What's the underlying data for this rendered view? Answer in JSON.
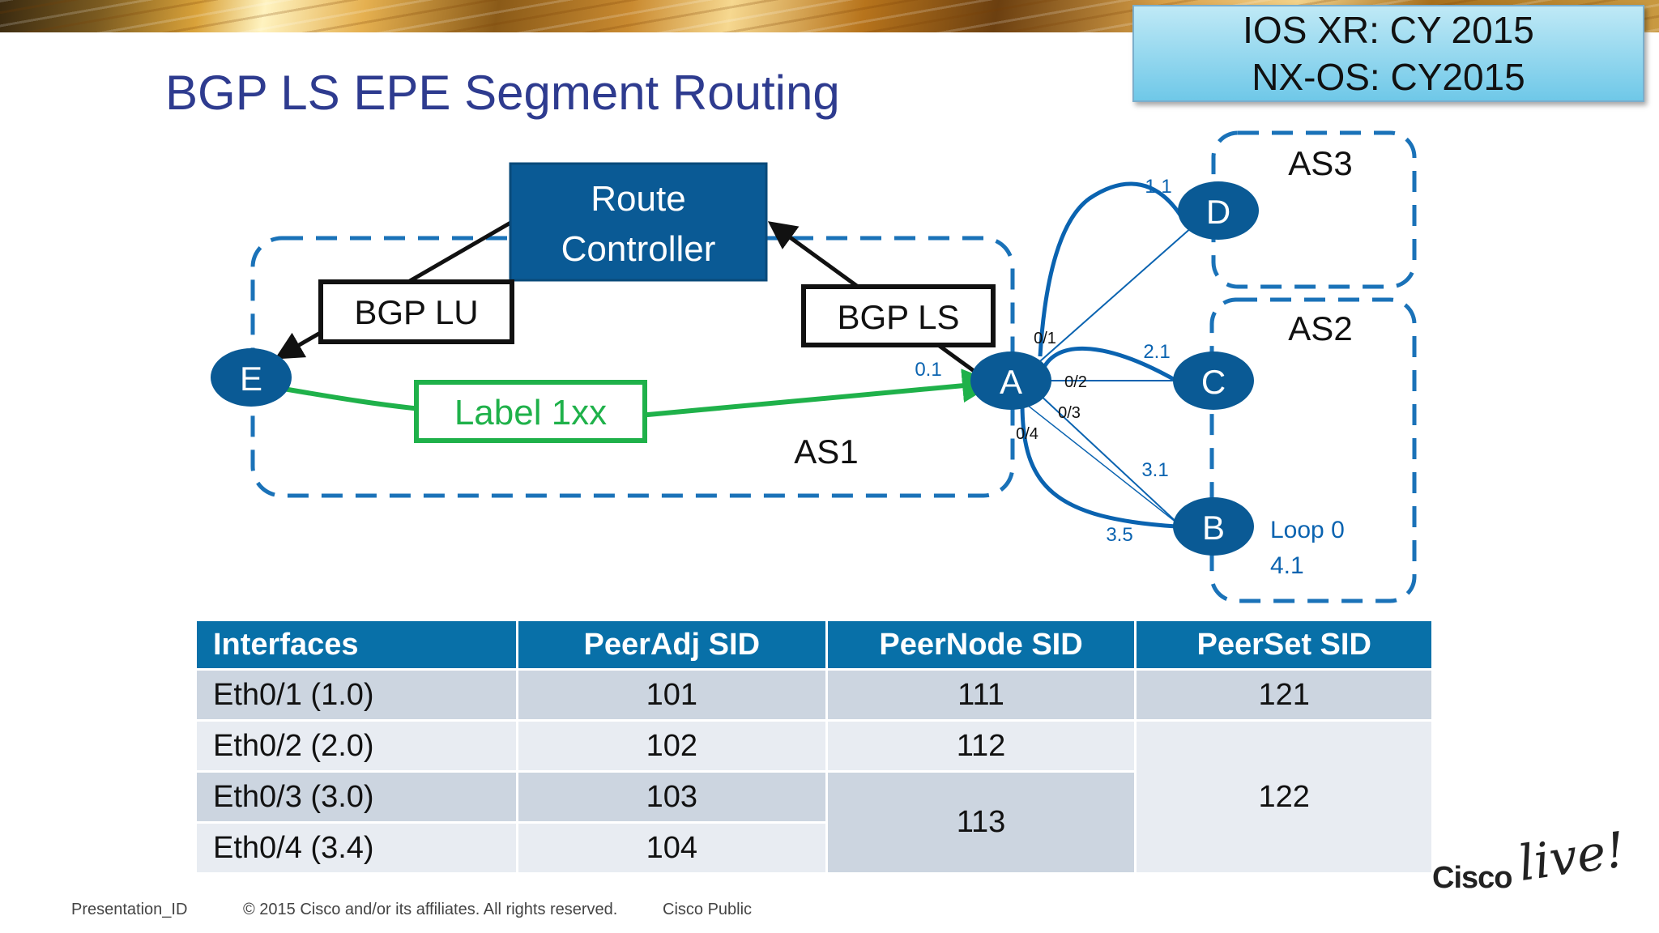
{
  "slide_title": "BGP LS EPE Segment Routing",
  "os_note": {
    "line1": "IOS XR: CY 2015",
    "line2": "NX-OS: CY2015"
  },
  "diagram": {
    "route_controller": {
      "line1": "Route",
      "line2": "Controller"
    },
    "bgp_lu_label": "BGP LU",
    "bgp_ls_label": "BGP LS",
    "label_box": "Label 1xx",
    "as1_label": "AS1",
    "as2_label": "AS2",
    "as3_label": "AS3",
    "nodes": {
      "e": "E",
      "a": "A",
      "b": "B",
      "c": "C",
      "d": "D"
    },
    "link_labels": {
      "a_addr": "0.1",
      "d_addr": "1.1",
      "c_addr": "2.1",
      "b_addr1": "3.1",
      "b_addr2": "3.5",
      "if_01": "0/1",
      "if_02": "0/2",
      "if_03": "0/3",
      "if_04": "0/4"
    },
    "loopback": {
      "line1": "Loop 0",
      "line2": "4.1"
    },
    "colors": {
      "node_fill": "#0a5a95",
      "link_blue": "#0a63b0",
      "dash_blue": "#1a72b8",
      "label_green": "#1fb14a",
      "controller_fill": "#0a5a95"
    }
  },
  "table": {
    "headers": [
      "Interfaces",
      "PeerAdj SID",
      "PeerNode SID",
      "PeerSet SID"
    ],
    "rows": [
      {
        "iface": "Eth0/1 (1.0)",
        "peer_adj": "101",
        "peer_node": "111",
        "peer_set": "121"
      },
      {
        "iface": "Eth0/2 (2.0)",
        "peer_adj": "102",
        "peer_node": "112",
        "peer_set": "122"
      },
      {
        "iface": "Eth0/3 (3.0)",
        "peer_adj": "103",
        "peer_node": "113"
      },
      {
        "iface": "Eth0/4 (3.4)",
        "peer_adj": "104"
      }
    ]
  },
  "footer": {
    "presentation_id": "Presentation_ID",
    "copyright": "© 2015 Cisco and/or its affiliates. All rights reserved.",
    "classification": "Cisco Public"
  },
  "logo": {
    "cisco": "Cisco",
    "live": "live!"
  }
}
